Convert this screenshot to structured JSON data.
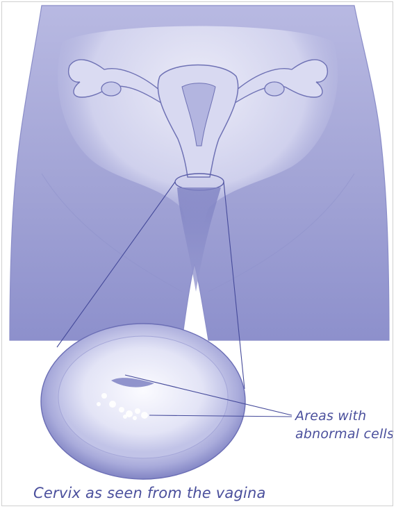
{
  "figure": {
    "labels": {
      "abnormal_line1": "Areas with",
      "abnormal_line2": "abnormal cells",
      "caption": "Cervix as seen from the vagina"
    },
    "colors": {
      "body_fill": "#a6a8d8",
      "body_light": "#e2e3f5",
      "outline": "#6e71b4",
      "organ_fill": "#d6d7ef",
      "inset_rim": "#8c8fc8",
      "text": "#4a4f9c"
    }
  }
}
